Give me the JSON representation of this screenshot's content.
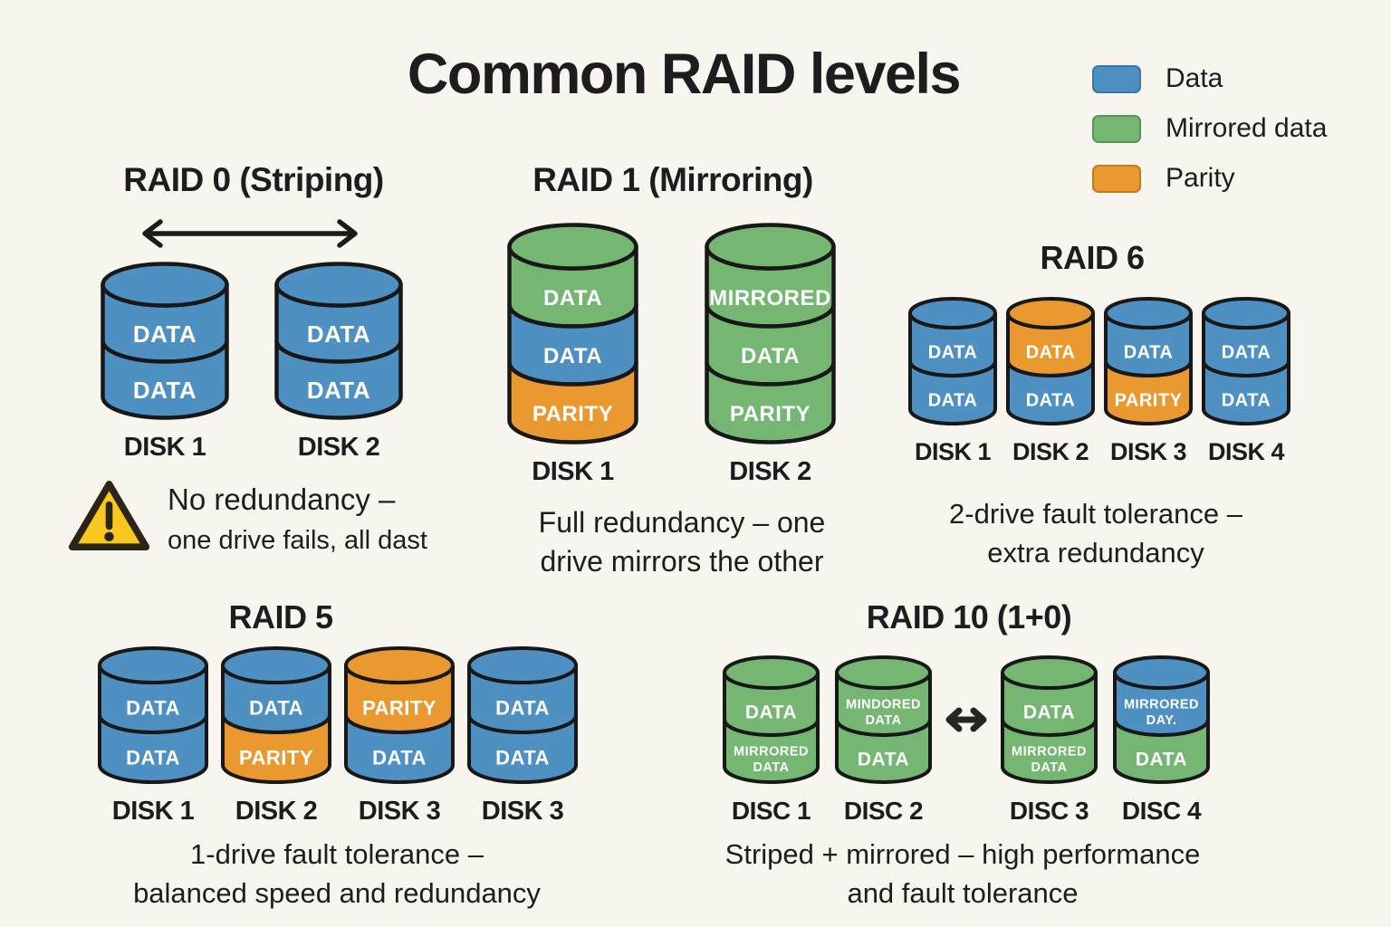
{
  "title": "Common RAID levels",
  "colors": {
    "background": "#f8f5ee",
    "text": "#1d1d1f",
    "outline": "#181818",
    "warning_yellow": "#f8c81e",
    "segment_palette": {
      "blue": "#4f90c2",
      "green": "#74b672",
      "orange": "#e9992f"
    }
  },
  "legend": {
    "items": [
      {
        "label": "Data",
        "color": "#4f90c2",
        "border": "#3a77a4"
      },
      {
        "label": "Mirrored data",
        "color": "#74b672",
        "border": "#579555"
      },
      {
        "label": "Parity",
        "color": "#e9992f",
        "border": "#c07b1e"
      }
    ]
  },
  "sections": {
    "raid0": {
      "title": "RAID 0 (Striping)",
      "disks": [
        {
          "label": "DISK 1",
          "segments": [
            {
              "text": "DATA",
              "color": "blue"
            },
            {
              "text": "DATA",
              "color": "blue"
            }
          ]
        },
        {
          "label": "DISK 2",
          "segments": [
            {
              "text": "DATA",
              "color": "blue"
            },
            {
              "text": "DATA",
              "color": "blue"
            }
          ]
        }
      ],
      "warning_line1": "No redundancy –",
      "warning_line2": "one drive fails, all dast"
    },
    "raid1": {
      "title": "RAID 1 (Mirroring)",
      "disks": [
        {
          "label": "DISK 1",
          "segments": [
            {
              "text": "DATA",
              "color": "green"
            },
            {
              "text": "DATA",
              "color": "blue"
            },
            {
              "text": "PARITY",
              "color": "orange"
            }
          ]
        },
        {
          "label": "DISK 2",
          "segments": [
            {
              "text": "MIRRORED",
              "color": "green"
            },
            {
              "text": "DATA",
              "color": "green"
            },
            {
              "text": "PARITY",
              "color": "green"
            }
          ]
        }
      ],
      "caption_lines": [
        "Full redundancy – one",
        "drive mirrors the other"
      ]
    },
    "raid6": {
      "title": "RAID 6",
      "disks": [
        {
          "label": "DISK 1",
          "segments": [
            {
              "text": "DATA",
              "color": "blue"
            },
            {
              "text": "DATA",
              "color": "blue"
            }
          ]
        },
        {
          "label": "DISK 2",
          "segments": [
            {
              "text": "DATA",
              "color": "orange"
            },
            {
              "text": "DATA",
              "color": "blue"
            }
          ]
        },
        {
          "label": "DISK 3",
          "segments": [
            {
              "text": "DATA",
              "color": "blue"
            },
            {
              "text": "PARITY",
              "color": "orange"
            }
          ]
        },
        {
          "label": "DISK 4",
          "segments": [
            {
              "text": "DATA",
              "color": "blue"
            },
            {
              "text": "DATA",
              "color": "blue"
            }
          ]
        }
      ],
      "caption_lines": [
        "2-drive fault tolerance –",
        "extra redundancy"
      ]
    },
    "raid5": {
      "title": "RAID 5",
      "disks": [
        {
          "label": "DISK 1",
          "segments": [
            {
              "text": "DATA",
              "color": "blue"
            },
            {
              "text": "DATA",
              "color": "blue"
            }
          ]
        },
        {
          "label": "DISK 2",
          "segments": [
            {
              "text": "DATA",
              "color": "blue"
            },
            {
              "text": "PARITY",
              "color": "orange"
            }
          ]
        },
        {
          "label": "DISK 3",
          "segments": [
            {
              "text": "PARITY",
              "color": "orange"
            },
            {
              "text": "DATA",
              "color": "blue"
            }
          ]
        },
        {
          "label": "DISK 3",
          "segments": [
            {
              "text": "DATA",
              "color": "blue"
            },
            {
              "text": "DATA",
              "color": "blue"
            }
          ]
        }
      ],
      "caption_lines": [
        "1-drive fault tolerance –",
        "balanced speed and redundancy"
      ]
    },
    "raid10": {
      "title": "RAID 10 (1+0)",
      "disks": [
        {
          "label": "DISC 1",
          "segments": [
            {
              "text": "DATA",
              "color": "green"
            },
            {
              "lines": [
                "MIRRORED",
                "DATA"
              ],
              "color": "green"
            }
          ]
        },
        {
          "label": "DISC 2",
          "segments": [
            {
              "lines": [
                "MINDORED",
                "DATA"
              ],
              "color": "green"
            },
            {
              "text": "DATA",
              "color": "green"
            }
          ]
        },
        {
          "label": "DISC 3",
          "segments": [
            {
              "text": "DATA",
              "color": "green"
            },
            {
              "lines": [
                "MIRRORED",
                "DATA"
              ],
              "color": "green"
            }
          ]
        },
        {
          "label": "DISC 4",
          "segments": [
            {
              "lines": [
                "MIRRORED",
                "DAY."
              ],
              "color": "blue"
            },
            {
              "text": "DATA",
              "color": "green"
            }
          ]
        }
      ],
      "caption_lines": [
        "Striped + mirrored – high performance",
        "and fault tolerance"
      ]
    }
  }
}
